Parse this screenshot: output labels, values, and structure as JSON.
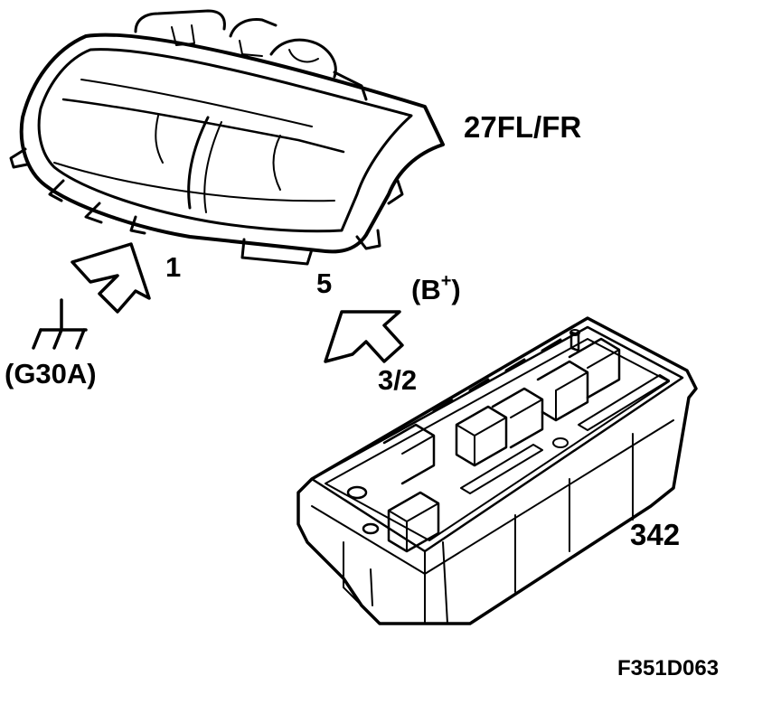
{
  "labels": {
    "headlamp": "27FL/FR",
    "pin1": "1",
    "pin5": "5",
    "supply_main": "(B",
    "supply_sup": "+",
    "supply_close": ")",
    "ground": "(G30A)",
    "pin32": "3/2",
    "fusebox": "342",
    "figure_code": "F351D063"
  },
  "icons": [
    "headlamp-icon",
    "fuse-relay-box-icon",
    "ground-symbol-icon",
    "arrow-icon"
  ],
  "colors": {
    "line": "#000000",
    "background": "#ffffff"
  }
}
